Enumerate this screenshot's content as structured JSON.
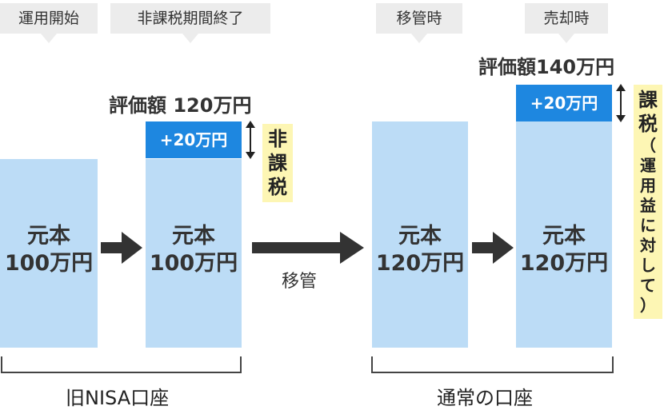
{
  "stages": {
    "start": "運用開始",
    "tax_free_end": "非課税期間終了",
    "transfer": "移管時",
    "sale": "売却時"
  },
  "bars": {
    "b1": {
      "line1": "元本",
      "line2": "100万円"
    },
    "b2": {
      "line1": "元本",
      "line2": "100万円"
    },
    "b3": {
      "line1": "元本",
      "line2": "120万円"
    },
    "b4": {
      "line1": "元本",
      "line2": "120万円"
    }
  },
  "valuation": {
    "v1": "評価額 120万円",
    "v2": "評価額140万円"
  },
  "gain": {
    "g1": "+20万円",
    "g2": "+20万円"
  },
  "tax": {
    "non_taxable": [
      "非",
      "課",
      "税"
    ],
    "taxable": [
      "課",
      "税"
    ],
    "taxable_note": [
      "（",
      "運",
      "用",
      "益",
      "に",
      "対",
      "し",
      "て",
      "）"
    ]
  },
  "transfer_arrow_label": "移管",
  "groups": {
    "old_nisa": "旧NISA口座",
    "regular": "通常の口座"
  },
  "colors": {
    "bar": "#bcdcf6",
    "gain": "#1e87e0",
    "tax_box": "#fdf6b4",
    "tag": "#ececec",
    "arrow": "#333333"
  }
}
